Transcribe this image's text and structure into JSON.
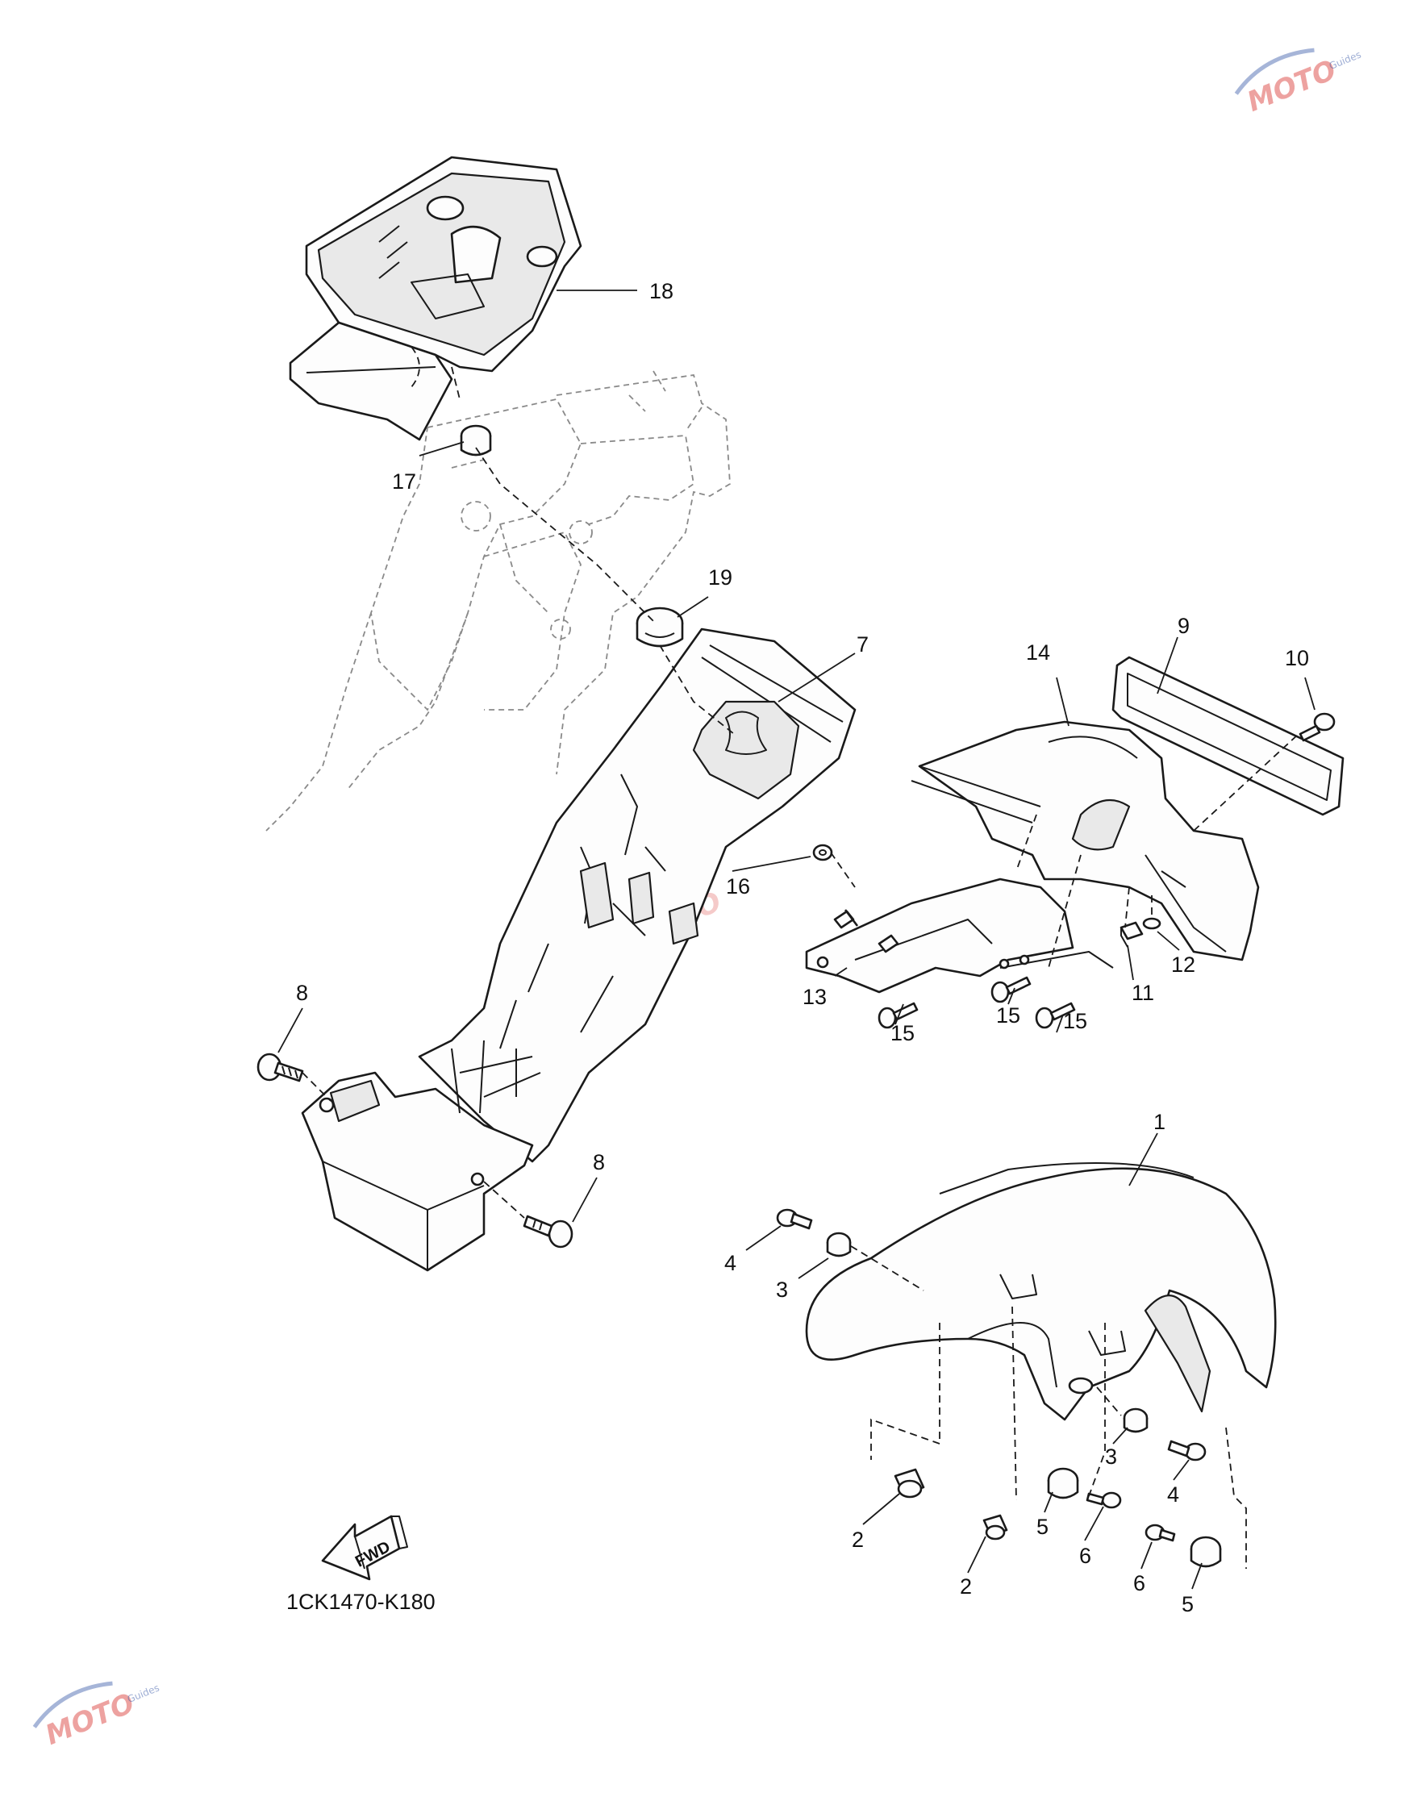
{
  "diagram": {
    "part_code": "1CK1470-K180",
    "fwd_label": "FWD",
    "watermark": {
      "brand": "MOTO",
      "sub": "Guides",
      "colors": {
        "blue": "#3a5aa8",
        "red": "#d9322e"
      }
    },
    "callouts": [
      "1",
      "2",
      "2",
      "3",
      "3",
      "4",
      "4",
      "5",
      "5",
      "6",
      "6",
      "7",
      "8",
      "8",
      "9",
      "10",
      "11",
      "12",
      "13",
      "14",
      "15",
      "15",
      "15",
      "16",
      "17",
      "18",
      "19"
    ]
  }
}
